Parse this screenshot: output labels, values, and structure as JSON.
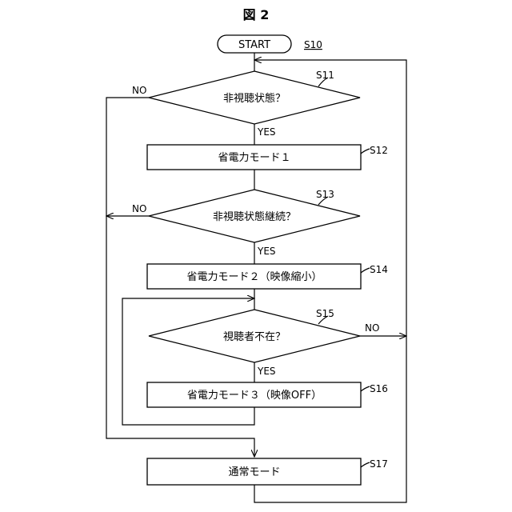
{
  "figure": {
    "title": "図 2",
    "start_label": "START",
    "start_step": "S10",
    "nodes": [
      {
        "step": "S11",
        "label": "非視聴状態？"
      },
      {
        "step": "S12",
        "label": "省電力モード１"
      },
      {
        "step": "S13",
        "label": "非視聴状態継続？"
      },
      {
        "step": "S14",
        "label": "省電力モード２（映像縮小）"
      },
      {
        "step": "S15",
        "label": "視聴者不在？"
      },
      {
        "step": "S16",
        "label": "省電力モード３（映像OFF）"
      },
      {
        "step": "S17",
        "label": "通常モード"
      }
    ],
    "branches": {
      "s11_yes": "YES",
      "s11_no": "NO",
      "s13_yes": "YES",
      "s13_no": "NO",
      "s15_yes": "YES",
      "s15_no": "NO"
    }
  }
}
